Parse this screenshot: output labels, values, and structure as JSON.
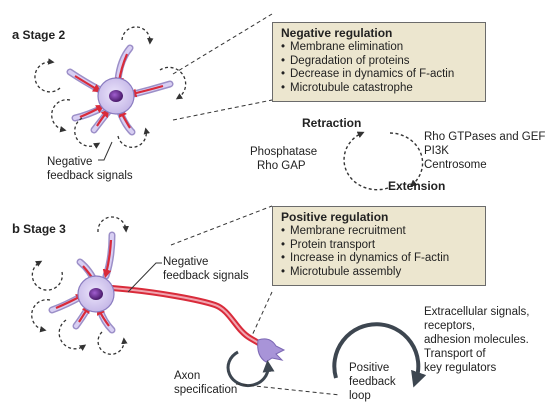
{
  "stage2": {
    "letter": "a",
    "title": "Stage 2"
  },
  "stage3": {
    "letter": "b",
    "title": "Stage 3"
  },
  "labels": {
    "negative_feedback_a_line1": "Negative",
    "negative_feedback_a_line2": "feedback signals",
    "negative_feedback_b_line1": "Negative",
    "negative_feedback_b_line2": "feedback signals",
    "axon_spec_line1": "Axon",
    "axon_spec_line2": "specification"
  },
  "negative_regulation": {
    "title": "Negative regulation",
    "items": [
      "Membrane elimination",
      "Degradation of proteins",
      "Decrease in dynamics of F-actin",
      "Microtubule catastrophe"
    ]
  },
  "cycle": {
    "retraction": "Retraction",
    "extension": "Extension",
    "left_line1": "Phosphatase",
    "left_line2": "Rho GAP",
    "right_line1": "Rho GTPases and GEF",
    "right_line2": "PI3K",
    "right_line3": "Centrosome"
  },
  "positive_regulation": {
    "title": "Positive regulation",
    "items": [
      "Membrane recruitment",
      "Protein transport",
      "Increase in dynamics of F-actin",
      "Microtubule assembly"
    ]
  },
  "loop": {
    "line1": "Positive",
    "line2": "feedback",
    "line3": "loop"
  },
  "extracellular": {
    "line1": "Extracellular signals,",
    "line2": "receptors,",
    "line3": "adhesion molecules.",
    "line4": "Transport of",
    "line5": "key regulators"
  },
  "bullet": "•",
  "colors": {
    "box_fill": "#ece6cf",
    "cell_fill": "#d7ccf0",
    "nucleus": "#6b2c8f",
    "neurite_red": "#d92b3a",
    "neurite_pink": "#f0a5b0",
    "loop_arrow": "#3d4650"
  }
}
